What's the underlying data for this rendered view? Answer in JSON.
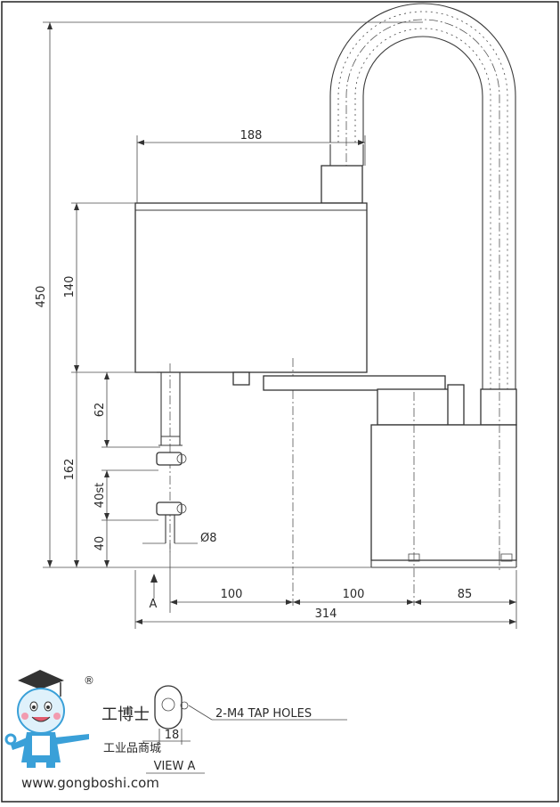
{
  "dimensions": {
    "d188": "188",
    "d450": "450",
    "d140": "140",
    "d62": "62",
    "d162": "162",
    "d40st": "40st",
    "d40": "40",
    "d8": "Ø8",
    "d100a": "100",
    "d100b": "100",
    "d85": "85",
    "d314": "314",
    "d18": "18"
  },
  "labels": {
    "view_marker": "A",
    "tap_holes": "2-M4 TAP HOLES",
    "view_a": "VIEW A"
  },
  "watermark": {
    "brand_cn": "工博士",
    "sub_cn": "工业品商城",
    "url": "www.gongboshi.com",
    "registered": "®"
  },
  "colors": {
    "frame": "#222222",
    "line": "#3a3a3a",
    "mascot_blue": "#3aa0d8",
    "mascot_face": "#dff1fb",
    "cheek": "#f29bb0",
    "watermark_text": "#555555"
  }
}
